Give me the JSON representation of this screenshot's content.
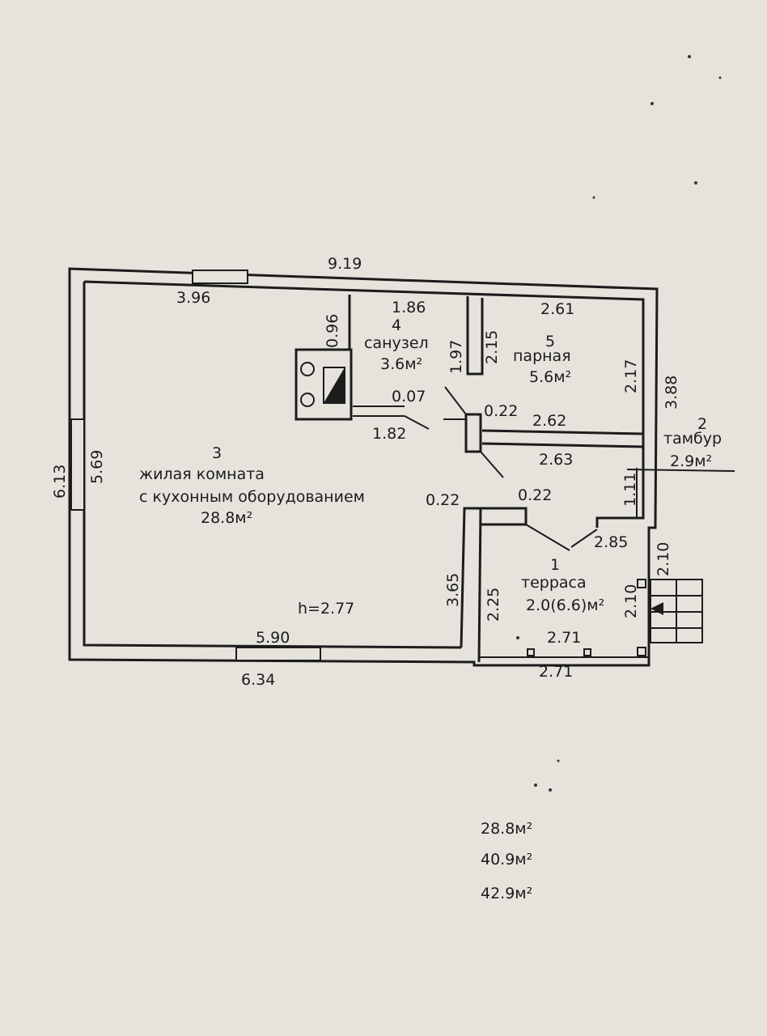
{
  "plan": {
    "dimensions": {
      "top_total": "9.19",
      "top_window": "3.96",
      "left_outer": "6.13",
      "left_inner": "5.69",
      "bath_top": "1.86",
      "bath_left": "0.96",
      "bath_right": "1.97",
      "steam_left": "2.15",
      "steam_top": "2.61",
      "steam_right": "2.17",
      "right_outer": "3.88",
      "wall_007": "0.07",
      "wall_022_a": "0.22",
      "len_262": "2.62",
      "len_182": "1.82",
      "len_263": "2.63",
      "vest_111": "1.11",
      "wall_022_b": "0.22",
      "wall_022_c": "0.22",
      "len_285": "2.85",
      "len_210_a": "2.10",
      "len_210_b": "2.10",
      "len_365": "3.65",
      "len_225": "2.25",
      "len_271_a": "2.71",
      "len_271_b": "2.71",
      "bottom_inner": "5.90",
      "bottom_outer": "6.34"
    },
    "rooms": {
      "living_num": "3",
      "living_line1": "жилая комната",
      "living_line2": "с кухонным оборудованием",
      "living_area": "28.8м²",
      "height": "h=2.77",
      "bath_num": "4",
      "bath_name": "санузел",
      "bath_area": "3.6м²",
      "steam_num": "5",
      "steam_name": "парная",
      "steam_area": "5.6м²",
      "vest_num": "2",
      "vest_name": "тамбур",
      "vest_area": "2.9м²",
      "terrace_num": "1",
      "terrace_name": "терраса",
      "terrace_area": "2.0(6.6)м²"
    },
    "summary": [
      "28.8м²",
      "40.9м²",
      "42.9м²"
    ]
  }
}
